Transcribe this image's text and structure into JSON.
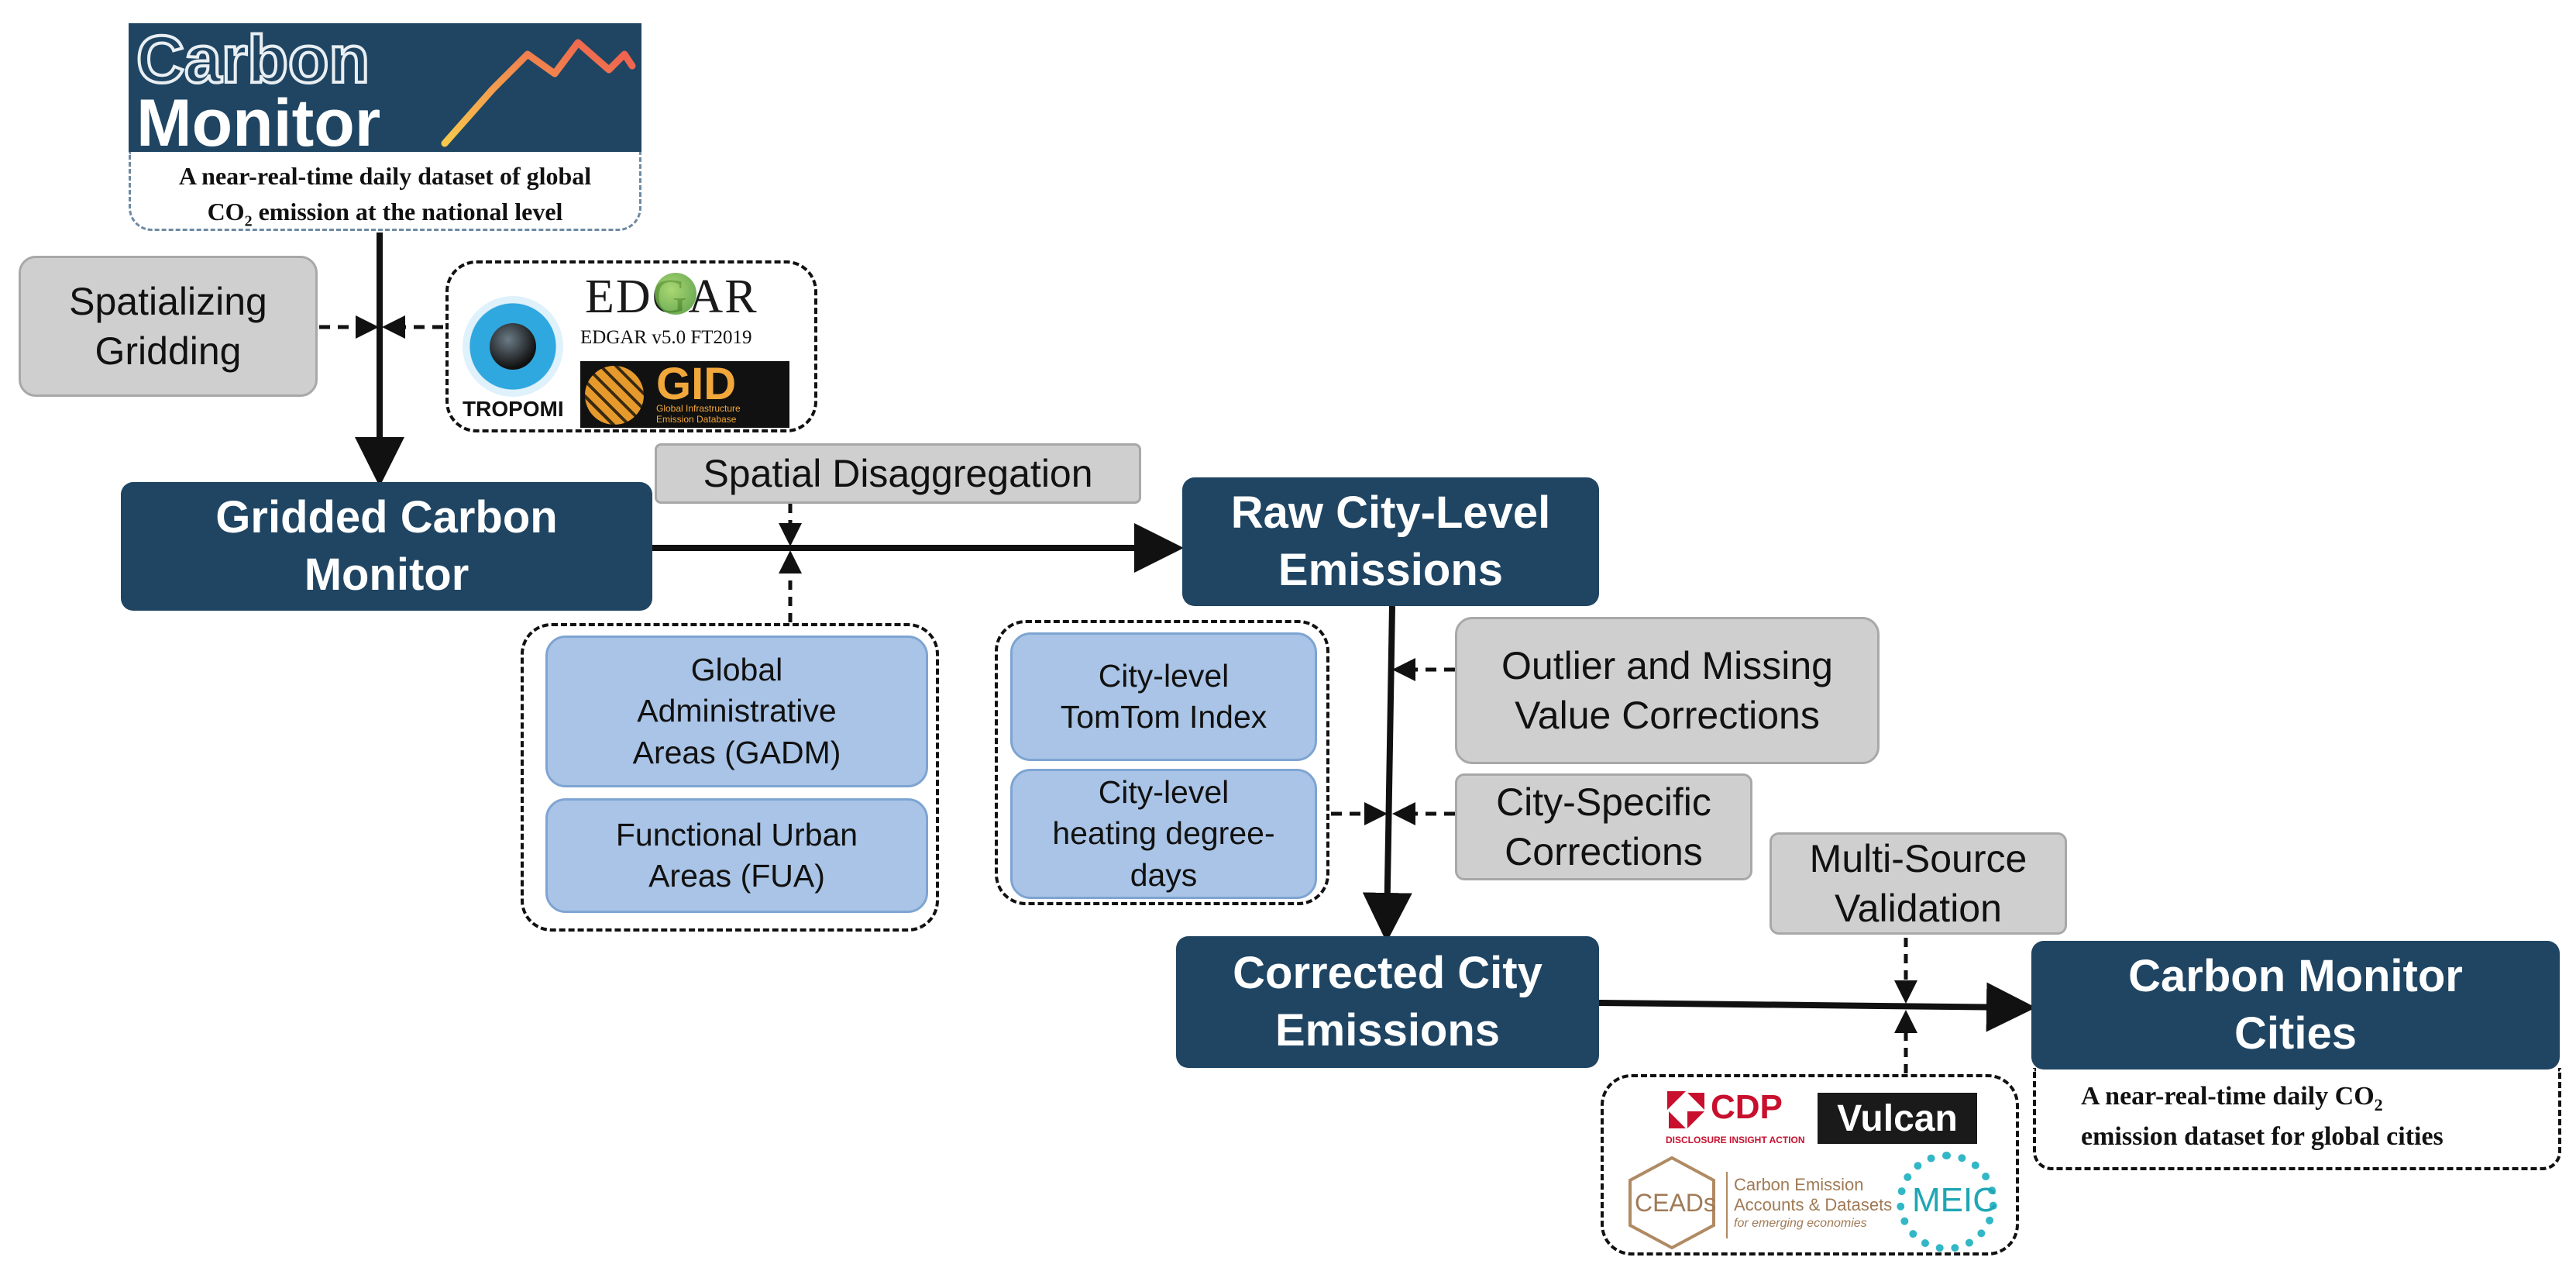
{
  "header": {
    "logo_text": [
      "Carbon",
      "Monitor"
    ],
    "description_line1": "A near-real-time daily dataset of global",
    "description_line2_pre": "CO",
    "description_line2_sub": "2",
    "description_line2_post": " emission at the national level"
  },
  "steps": {
    "spatializing_line1": "Spatializing",
    "spatializing_line2": "Gridding",
    "spatial_disaggregation": "Spatial Disaggregation",
    "outlier_line1": "Outlier and Missing",
    "outlier_line2": "Value Corrections",
    "city_specific_line1": "City-Specific",
    "city_specific_line2": "Corrections",
    "multi_source_line1": "Multi-Source",
    "multi_source_line2": "Validation"
  },
  "stages": {
    "gridded_line1": "Gridded Carbon",
    "gridded_line2": "Monitor",
    "raw_line1": "Raw City-Level",
    "raw_line2": "Emissions",
    "corrected_line1": "Corrected City",
    "corrected_line2": "Emissions",
    "cities_line1": "Carbon Monitor",
    "cities_line2": "Cities"
  },
  "inputs": {
    "gadm_line1": "Global",
    "gadm_line2": "Administrative",
    "gadm_line3": "Areas (GADM)",
    "fua_line1": "Functional Urban",
    "fua_line2": "Areas (FUA)",
    "tomtom_line1": "City-level",
    "tomtom_line2": "TomTom Index",
    "hdd_line1": "City-level",
    "hdd_line2": "heating degree-",
    "hdd_line3": "days"
  },
  "data_sources": {
    "edgar_logo": "EDGAR",
    "edgar_caption": "EDGAR v5.0 FT2019",
    "tropomi_label": "TROPOMI",
    "gid_logo": "GID",
    "gid_line1": "Global Infrastructure",
    "gid_line2": "Emission Database",
    "cdp_logo": "CDP",
    "cdp_tagline": "DISCLOSURE INSIGHT ACTION",
    "vulcan_logo": "Vulcan",
    "ceads_logo": "CEADs",
    "ceads_line1": "Carbon Emission",
    "ceads_line2": "Accounts & Datasets",
    "ceads_line3": "for emerging economies",
    "meic_logo": "MEIC"
  },
  "footer": {
    "cities_desc_line1_pre": "A near-real-time daily CO",
    "cities_desc_line1_sub": "2",
    "cities_desc_line2": "emission dataset for global cities"
  },
  "colors": {
    "navy": "#1f4563",
    "grey_box": "#cfcfcf",
    "blue_box": "#a9c4e6",
    "logo_line": "#f07d52"
  }
}
